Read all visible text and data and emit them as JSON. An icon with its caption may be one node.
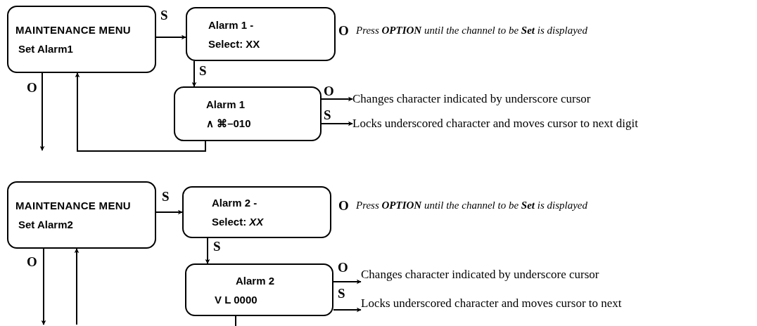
{
  "diagram": {
    "nodes": [
      {
        "text": [
          "MAINTENANCE  MENU",
          "Set Alarm1"
        ]
      },
      {
        "text": [
          "Alarm 1 -",
          "Select: XX"
        ],
        "beside": [
          "O",
          "Press **OPTION** until the channel to be **Set** is displayed"
        ]
      },
      {
        "text": [
          "Alarm 1",
          "∧ ⌘–010"
        ]
      },
      {
        "text": [
          "Changes character indicated by underscore cursor"
        ]
      },
      {
        "text": [
          "Locks underscored character and moves cursor to next digit"
        ]
      },
      {
        "text": [
          "MAINTENANCE  MENU",
          "Set Alarm2"
        ]
      },
      {
        "text": [
          "Alarm 2 -",
          "Select: *XX*"
        ],
        "beside": [
          "O",
          "Press **OPTION** until the channel to be **Set** is displayed"
        ]
      },
      {
        "text": [
          "Alarm 2",
          "V L 0000"
        ]
      },
      {
        "text": [
          "Changes character indicated by underscore cursor"
        ]
      },
      {
        "text": [
          "Locks underscored character and moves cursor to next"
        ]
      }
    ],
    "edges": [
      {
        "from": 0,
        "to": 1,
        "arrow": "to",
        "label": "S"
      },
      {
        "from": 1,
        "to": 2,
        "arrow": "to",
        "label": "S"
      },
      {
        "from": 0,
        "to": null,
        "arrow": "to",
        "label": "O"
      },
      {
        "from": 2,
        "to": 0,
        "arrow": "to"
      },
      {
        "from": 2,
        "to": 3,
        "arrow": "to",
        "label": "O"
      },
      {
        "from": 2,
        "to": 4,
        "arrow": "to",
        "label": "S"
      },
      {
        "from": 5,
        "to": 6,
        "arrow": "to",
        "label": "S"
      },
      {
        "from": 6,
        "to": 7,
        "arrow": "to",
        "label": "S"
      },
      {
        "from": 5,
        "to": null,
        "arrow": "to",
        "label": "O"
      },
      {
        "from": null,
        "to": 5,
        "arrow": "to"
      },
      {
        "from": 7,
        "to": null,
        "arrow": "none"
      },
      {
        "from": 7,
        "to": 8,
        "arrow": "to",
        "label": "O"
      },
      {
        "from": 7,
        "to": 9,
        "arrow": "to",
        "label": "S"
      }
    ]
  }
}
